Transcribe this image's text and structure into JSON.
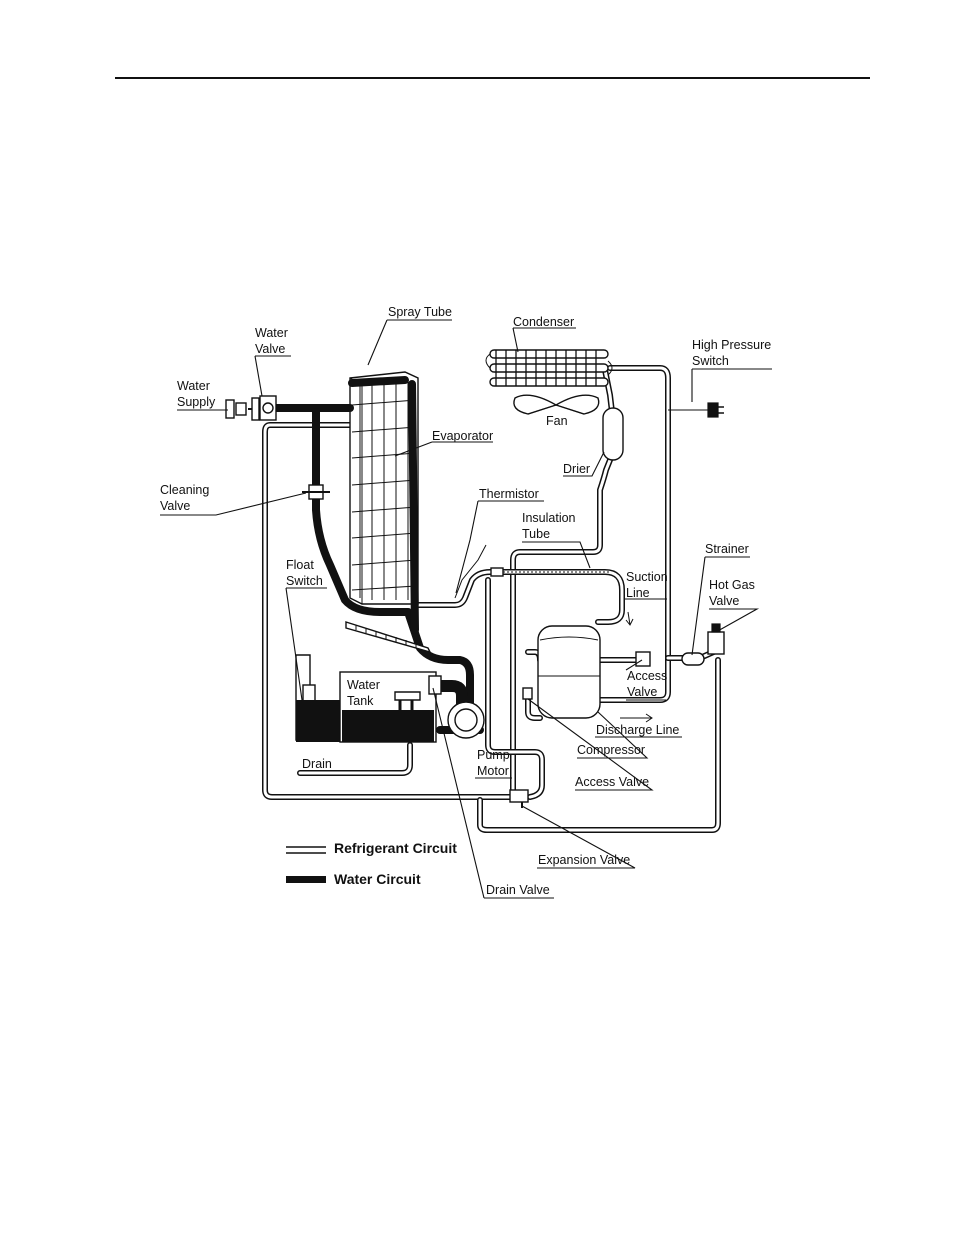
{
  "labels": {
    "spray_tube": "Spray Tube",
    "condenser": "Condenser",
    "high_pressure_1": "High Pressure",
    "high_pressure_2": "Switch",
    "water_valve_1": "Water",
    "water_valve_2": "Valve",
    "water_supply_1": "Water",
    "water_supply_2": "Supply",
    "fan": "Fan",
    "evaporator": "Evaporator",
    "drier": "Drier",
    "cleaning_valve_1": "Cleaning",
    "cleaning_valve_2": "Valve",
    "thermistor": "Thermistor",
    "insulation_tube_1": "Insulation",
    "insulation_tube_2": "Tube",
    "strainer": "Strainer",
    "float_switch_1": "Float",
    "float_switch_2": "Switch",
    "suction_line_1": "Suction",
    "suction_line_2": "Line",
    "hot_gas_valve_1": "Hot Gas",
    "hot_gas_valve_2": "Valve",
    "water_tank_1": "Water",
    "water_tank_2": "Tank",
    "access_valve_right_1": "Access",
    "access_valve_right_2": "Valve",
    "discharge_line": "Discharge Line",
    "compressor": "Compressor",
    "pump_motor_1": "Pump",
    "pump_motor_2": "Motor",
    "drain": "Drain",
    "access_valve_bottom": "Access Valve",
    "expansion_valve": "Expansion Valve",
    "drain_valve": "Drain Valve"
  },
  "legend": {
    "refrigerant": "Refrigerant Circuit",
    "water": "Water Circuit"
  }
}
